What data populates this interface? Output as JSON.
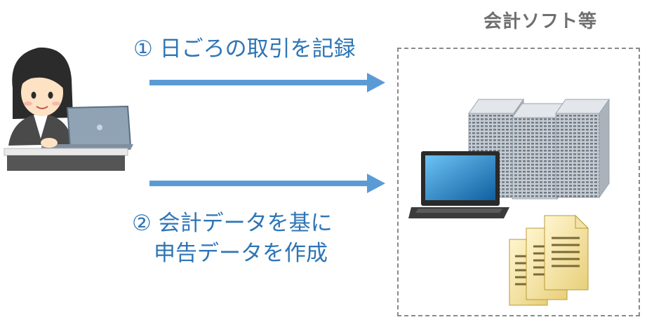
{
  "diagram": {
    "box_title": "会計ソフト等",
    "step1": "① 日ごろの取引を記録",
    "step2": "② 会計データを基に\n　申告データを作成",
    "icons": [
      "person-with-laptop-icon",
      "servers-icon",
      "laptop-icon",
      "documents-icon"
    ],
    "colors": {
      "accent": "#2e75b6",
      "arrow": "#5b9bd5",
      "title_gray": "#6f6f6f",
      "border": "#8a8a8a"
    }
  }
}
